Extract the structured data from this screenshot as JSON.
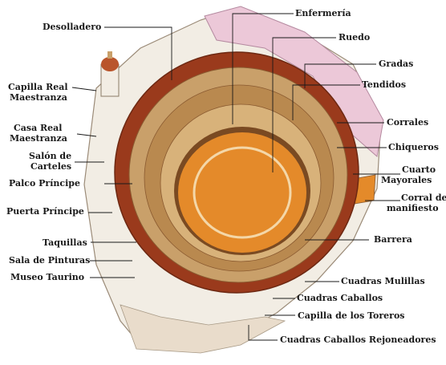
{
  "colors": {
    "sand": "#e48a2a",
    "sand_light": "#f0a640",
    "ring_line": "#f4d7a8",
    "roof_red": "#9a3a1c",
    "stands": "#c9a06a",
    "stands_dark": "#8a5a30",
    "wall_white": "#f2ede4",
    "pink_block": "#ecc8d8",
    "label_text": "#1a1a1a"
  },
  "labels": {
    "enfermeria": "Enfermería",
    "desolladero": "Desolladero",
    "ruedo": "Ruedo",
    "gradas": "Gradas",
    "tendidos": "Tendidos",
    "capilla_real": "Capilla Real",
    "maestranza_1": "Maestranza",
    "corrales": "Corrales",
    "casa_real": "Casa Real",
    "maestranza_2": "Maestranza",
    "chiqueros": "Chiqueros",
    "salon_de": "Salón de",
    "carteles": "Carteles",
    "cuarto": "Cuarto",
    "mayorales": "Mayorales",
    "palco_principe": "Palco Príncipe",
    "corral_de": "Corral de",
    "manifiesto": "manifiesto",
    "puerta_principe": "Puerta  Príncipe",
    "taquillas": "Taquillas",
    "barrera": "Barrera",
    "sala_pinturas": "Sala de Pinturas",
    "museo_taurino": "Museo Taurino",
    "cuadras_mulillas": "Cuadras Mulillas",
    "cuadras_caballos": "Cuadras Caballos",
    "capilla_toreros": "Capilla de los Toreros",
    "cuadras_rejoneadores": "Cuadras Caballos Rejoneadores"
  }
}
